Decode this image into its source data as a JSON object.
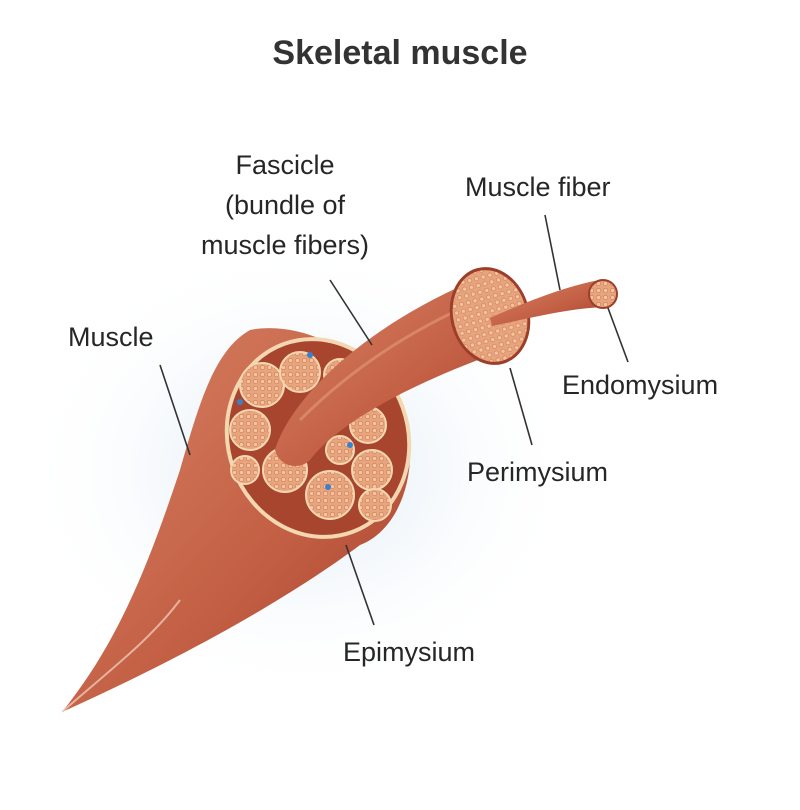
{
  "title": "Skeletal muscle",
  "labels": {
    "fascicle": [
      "Fascicle",
      "(bundle of",
      "muscle fibers)"
    ],
    "muscle_fiber": "Muscle fiber",
    "muscle": "Muscle",
    "endomysium": "Endomysium",
    "perimysium": "Perimysium",
    "epimysium": "Epimysium"
  },
  "colors": {
    "muscle": "#c8664a",
    "muscle_dark": "#9c3f2a",
    "section": "#e9a77f",
    "glow": "#dbe8f3"
  }
}
